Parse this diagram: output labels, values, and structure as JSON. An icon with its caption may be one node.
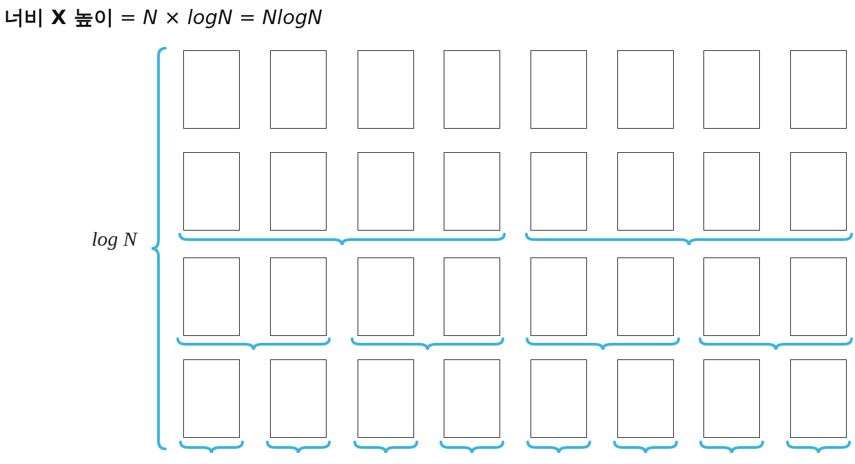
{
  "diagram": {
    "title": "**너비 X 높이** = *N* × *logN* = *NlogN*",
    "nodes": [
      {
        "text": [],
        "shape": "box"
      },
      {
        "text": [],
        "shape": "box"
      },
      {
        "text": [],
        "shape": "box"
      },
      {
        "text": [],
        "shape": "box"
      },
      {
        "text": [],
        "shape": "box"
      },
      {
        "text": [],
        "shape": "box"
      },
      {
        "text": [],
        "shape": "box"
      },
      {
        "text": [],
        "shape": "box"
      },
      {
        "text": [],
        "shape": "box"
      },
      {
        "text": [],
        "shape": "box"
      },
      {
        "text": [],
        "shape": "box"
      },
      {
        "text": [],
        "shape": "box"
      },
      {
        "text": [],
        "shape": "box"
      },
      {
        "text": [],
        "shape": "box"
      },
      {
        "text": [],
        "shape": "box"
      },
      {
        "text": [],
        "shape": "box"
      },
      {
        "text": [],
        "shape": "box"
      },
      {
        "text": [],
        "shape": "box"
      },
      {
        "text": [],
        "shape": "box"
      },
      {
        "text": [],
        "shape": "box"
      },
      {
        "text": [],
        "shape": "box"
      },
      {
        "text": [],
        "shape": "box"
      },
      {
        "text": [],
        "shape": "box"
      },
      {
        "text": [],
        "shape": "box"
      },
      {
        "text": [],
        "shape": "box"
      },
      {
        "text": [],
        "shape": "box"
      },
      {
        "text": [],
        "shape": "box"
      },
      {
        "text": [],
        "shape": "box"
      },
      {
        "text": [],
        "shape": "box"
      },
      {
        "text": [],
        "shape": "box"
      },
      {
        "text": [],
        "shape": "box"
      },
      {
        "text": [],
        "shape": "box"
      }
    ],
    "labels": [
      "log N"
    ]
  }
}
